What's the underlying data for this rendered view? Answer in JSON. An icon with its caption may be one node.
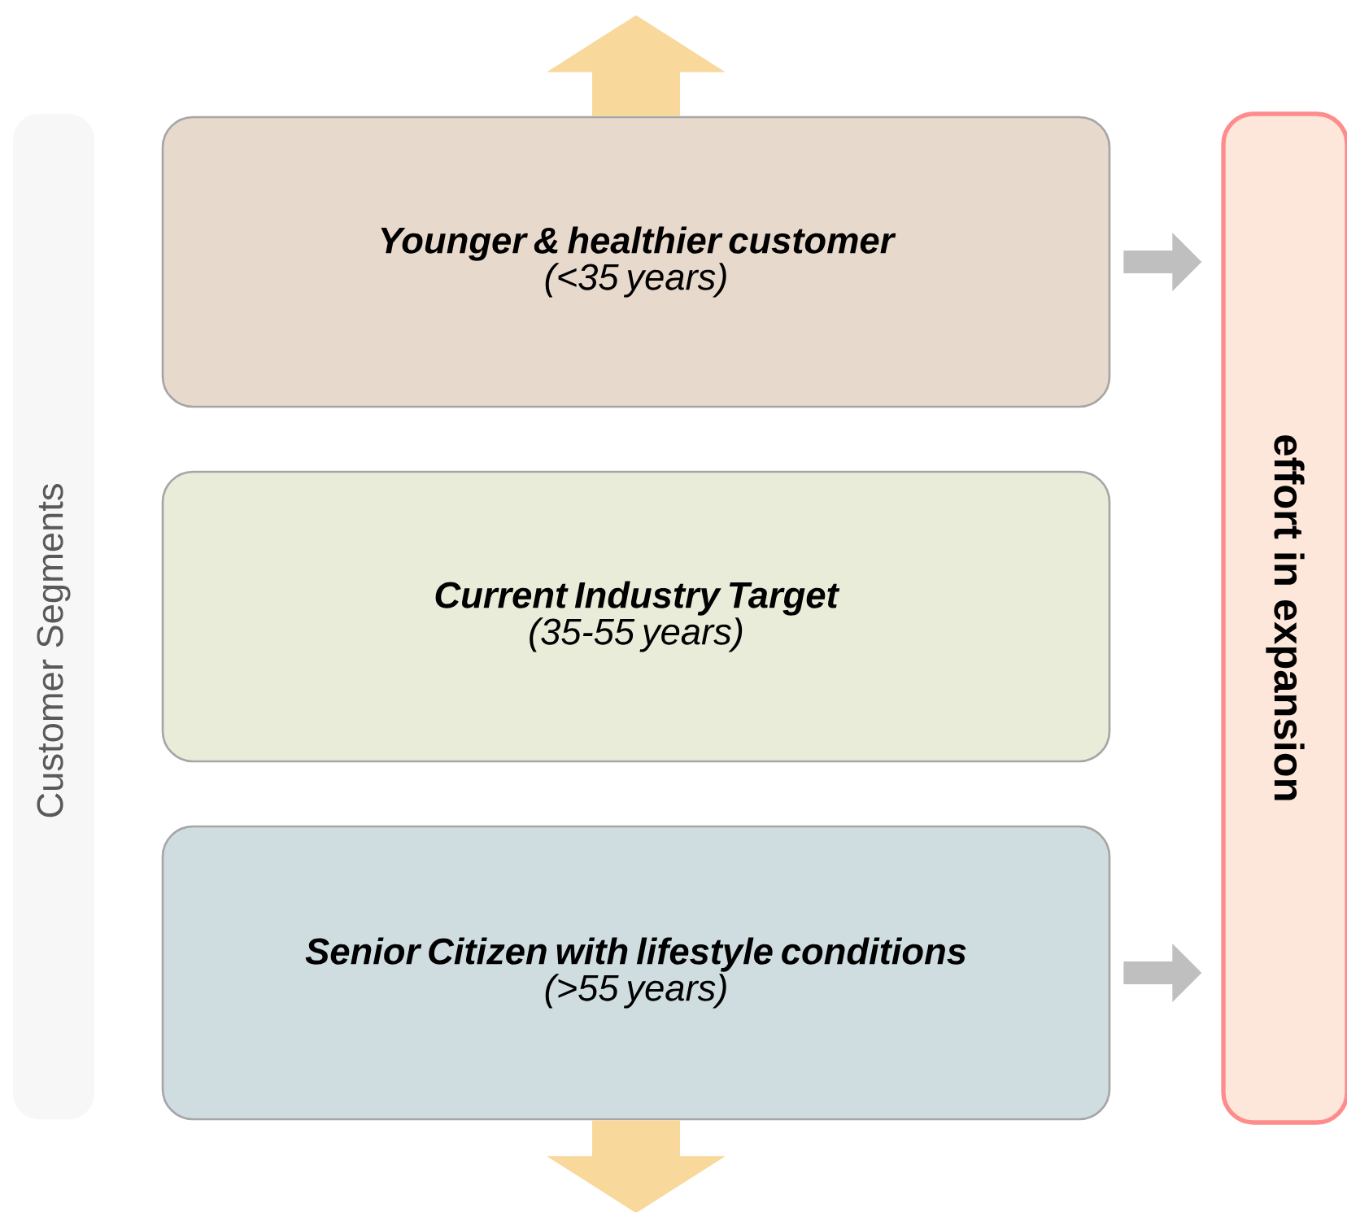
{
  "diagram": {
    "nodes": [
      {
        "text": [
          "Younger & healthier customer",
          "(<35 years)"
        ]
      },
      {
        "text": [
          "Current Industry Target",
          "(35-55 years)"
        ]
      },
      {
        "text": [
          "Senior Citizen with lifestyle conditions",
          "(>55 years)"
        ]
      },
      {
        "text": [
          "effort in expansion"
        ]
      }
    ],
    "edges": [
      {
        "from": 0,
        "to": null,
        "arrow": "to",
        "color": "#f9d89c",
        "style": "thick"
      },
      {
        "from": 2,
        "to": null,
        "arrow": "to",
        "color": "#f9d89c",
        "style": "thick"
      },
      {
        "from": 0,
        "to": 3,
        "arrow": "to"
      },
      {
        "from": 2,
        "to": 3,
        "arrow": "to"
      }
    ],
    "labels": [
      "Customer Segments"
    ]
  }
}
